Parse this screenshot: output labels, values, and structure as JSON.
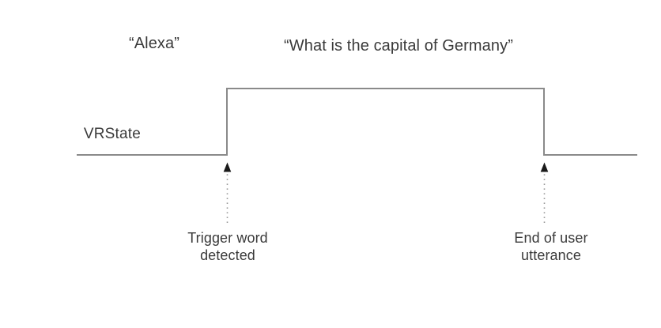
{
  "figure": {
    "title_alt": "VRState waveform timing diagram",
    "background_color": "#ffffff",
    "line_color": "#8a8a8a",
    "dotted_color": "#9a9a9a",
    "arrow_color": "#1a1a1a",
    "text_color": "#3a3a3a"
  },
  "labels": {
    "utterance_trigger": "“Alexa”",
    "utterance_question": "“What is the capital of Germany”",
    "signal_name": "VRState",
    "event_left_line1": "Trigger word",
    "event_left_line2": "detected",
    "event_right_line1": "End of user",
    "event_right_line2": "utterance"
  },
  "chart_data": {
    "type": "line",
    "title": "",
    "xlabel": "",
    "ylabel": "VRState",
    "description": "Digital square-wave timing diagram of the VRState signal going high when the trigger word is detected and returning low at the end of the user utterance.",
    "series": [
      {
        "name": "VRState",
        "step": true,
        "points": [
          {
            "x": 97,
            "y": "low"
          },
          {
            "x": 287,
            "y": "low"
          },
          {
            "x": 287,
            "y": "high"
          },
          {
            "x": 688,
            "y": "high"
          },
          {
            "x": 688,
            "y": "low"
          },
          {
            "x": 806,
            "y": "low"
          }
        ]
      }
    ],
    "levels": {
      "low": 196,
      "high": 112
    },
    "annotations": [
      {
        "name": "trigger-word-detected",
        "x": 287,
        "arrow_tip_y": 207,
        "arrow_tail_y": 282,
        "label": "Trigger word detected"
      },
      {
        "name": "end-of-user-utterance",
        "x": 688,
        "arrow_tip_y": 207,
        "arrow_tail_y": 282,
        "label": "End of user utterance"
      }
    ],
    "grid": false,
    "legend": false
  }
}
